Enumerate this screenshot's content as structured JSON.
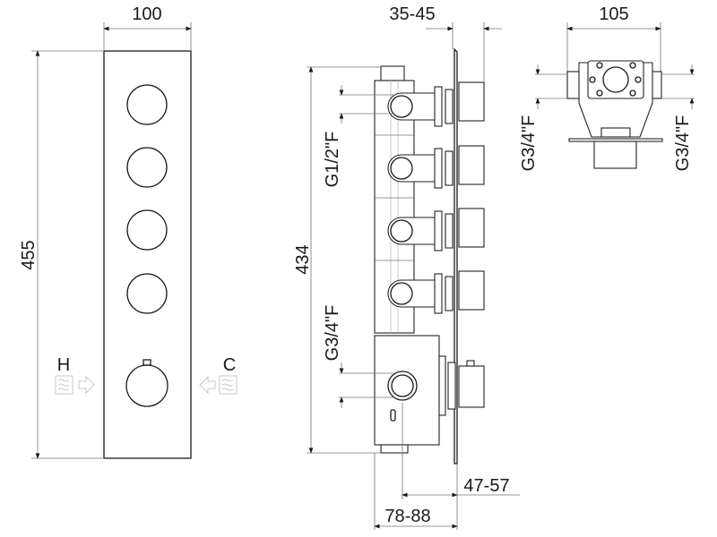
{
  "front_view": {
    "width_label": "100",
    "height_label": "455",
    "hot_label": "H",
    "cold_label": "C",
    "icons": [
      "hot-water-icon",
      "arrow-right-icon",
      "arrow-left-icon",
      "cold-water-icon"
    ]
  },
  "side_view": {
    "depth_label": "35-45",
    "height_label": "434",
    "outlet_thread_label": "G1/2\"F",
    "inlet_thread_label": "G3/4\"F",
    "depth_min_label": "47-57",
    "depth_total_label": "78-88"
  },
  "top_view": {
    "width_label": "105",
    "left_thread_label": "G3/4\"F",
    "right_thread_label": "G3/4\"F"
  }
}
